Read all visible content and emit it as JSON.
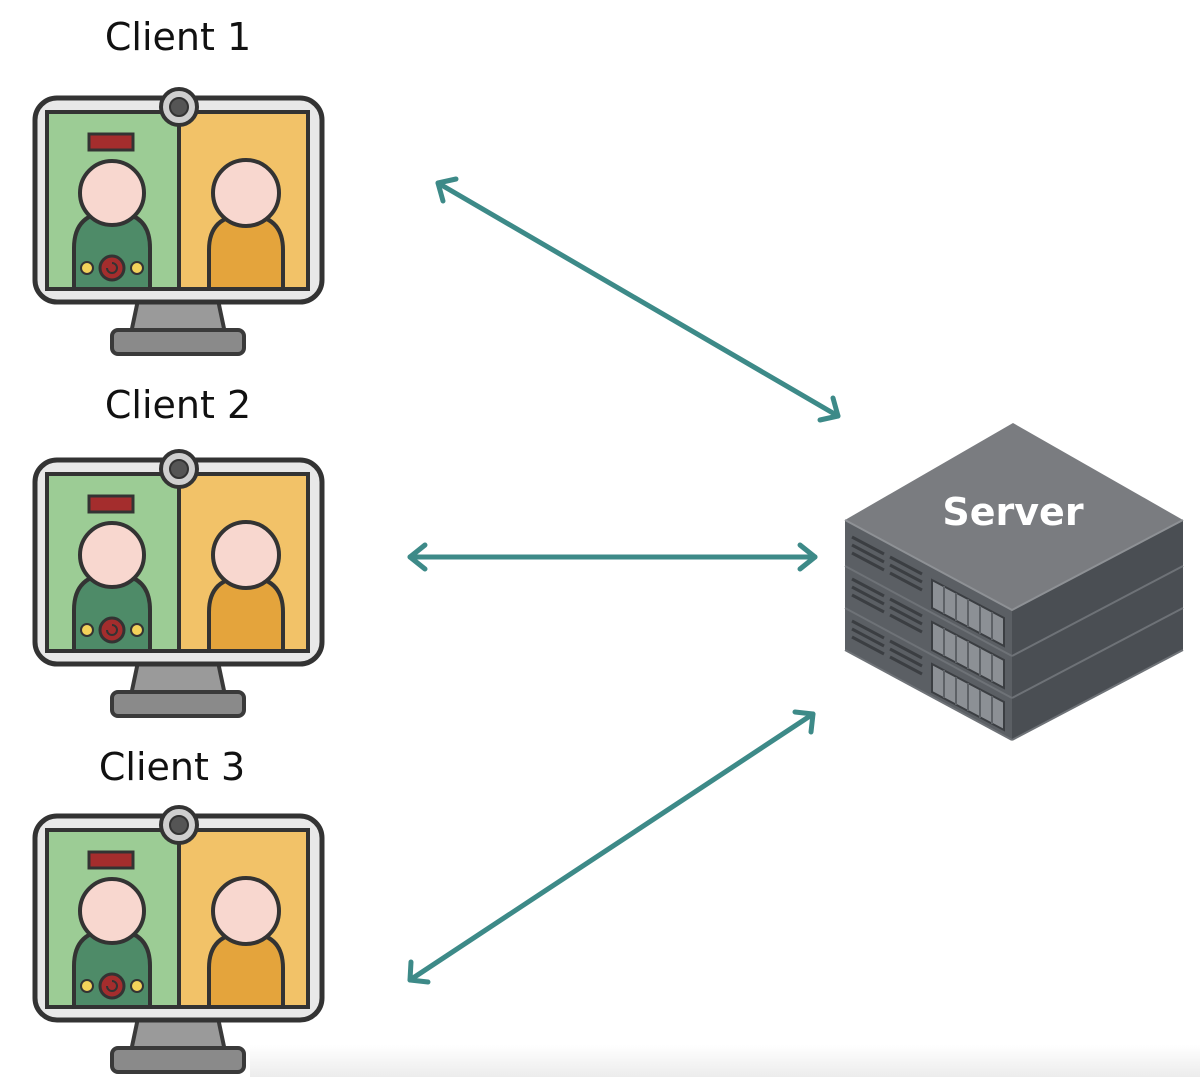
{
  "clients": [
    {
      "label": "Client 1"
    },
    {
      "label": "Client 2"
    },
    {
      "label": "Client 3"
    }
  ],
  "server": {
    "label": "Server"
  },
  "connections": [
    {
      "from": "Client 1",
      "to": "Server",
      "direction": "bidirectional"
    },
    {
      "from": "Client 2",
      "to": "Server",
      "direction": "bidirectional"
    },
    {
      "from": "Client 3",
      "to": "Server",
      "direction": "bidirectional"
    }
  ],
  "icons": {
    "client": "monitor-video-call-icon",
    "server": "server-rack-icon"
  },
  "colors": {
    "arrow": "#3d8a88",
    "left_panel": "#9ccc95",
    "right_panel": "#f2c268",
    "person_left_body": "#4e8b68",
    "person_right_body": "#e4a43c",
    "skin": "#f8d7cf",
    "badge": "#a42d2d",
    "monitor_frame": "#e7e7e7",
    "server_top": "#7a7c80",
    "server_side": "#4f5358"
  }
}
